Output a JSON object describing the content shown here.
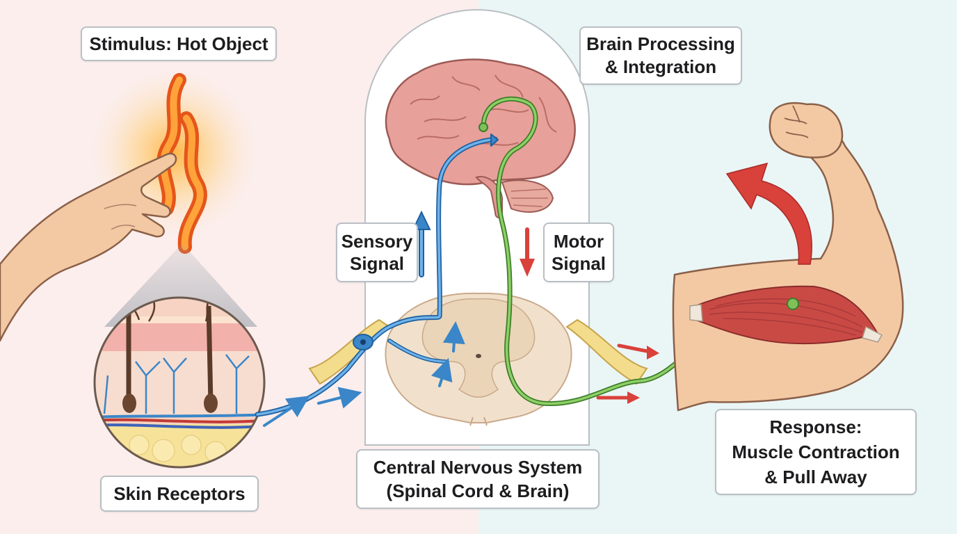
{
  "labels": {
    "stimulus": "Stimulus: Hot Object",
    "skin_receptors": "Skin Receptors",
    "sensory_signal": [
      "Sensory",
      "Signal"
    ],
    "motor_signal": [
      "Motor",
      "Signal"
    ],
    "brain_processing": [
      "Brain Processing",
      "& Integration"
    ],
    "cns": [
      "Central Nervous System",
      "(Spinal Cord & Brain)"
    ],
    "response": [
      "Response:",
      "Muscle Contraction",
      "& Pull Away"
    ]
  },
  "colors": {
    "sensory_pathway": "#3a86c8",
    "motor_pathway": "#6cb84a",
    "motor_arrow": "#d9413b",
    "flame": "#f07a1c",
    "brain": "#e8a09a",
    "spinal_gray": "#f1e1cc",
    "nerve_sheath": "#f3dc8c",
    "muscle": "#c94a45",
    "skin": "#f3c9a4",
    "left_background": "#fbeeed",
    "right_background": "#eaf5f6"
  },
  "icons": [
    "hand-icon",
    "flame-icon",
    "skin-cross-section-icon",
    "brain-icon",
    "spinal-cord-icon",
    "flexed-arm-icon",
    "muscle-icon"
  ]
}
